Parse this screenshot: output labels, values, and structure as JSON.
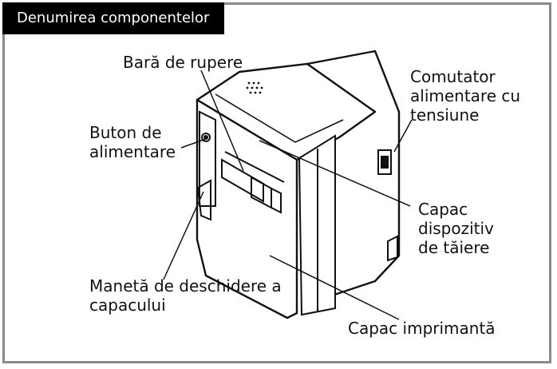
{
  "header": {
    "title": "Denumirea componentelor"
  },
  "labels": {
    "tear_bar": "Bară de rupere",
    "power_button": "Buton de alimentare",
    "power_switch": "Comutator alimentare cu tensiune",
    "cutter_cover": "Capac dispozitiv de tăiere",
    "cover_lever": "Manetă de deschidere a capacului",
    "printer_cover": "Capac imprimantă"
  }
}
